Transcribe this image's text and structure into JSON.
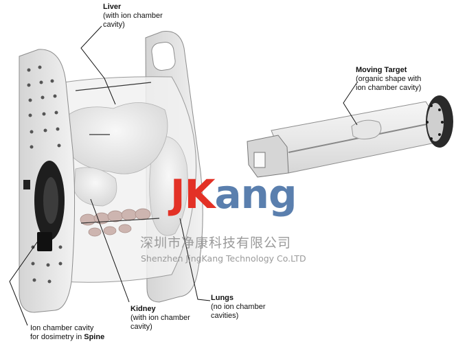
{
  "labels": {
    "liver": {
      "title": "Liver",
      "detail1": "(with ion chamber",
      "detail2": "cavity)"
    },
    "moving_target": {
      "title": "Moving Target",
      "detail1": "(organic shape with",
      "detail2": "ion chamber cavity)"
    },
    "kidney": {
      "title": "Kidney",
      "detail1": "(with ion chamber",
      "detail2": "cavity)"
    },
    "lungs": {
      "title": "Lungs",
      "detail1": "(no ion chamber",
      "detail2": "cavities)"
    },
    "spine": {
      "line1": "Ion chamber cavity",
      "line2_prefix": "for dosimetry in ",
      "line2_bold": "Spine"
    }
  },
  "watermark": {
    "logo_j": "J",
    "logo_k": "K",
    "logo_rest": "ang",
    "company_cn": "深圳市净康科技有限公司",
    "company_en": "Shenzhen JingKang Technology Co.LTD"
  },
  "colors": {
    "frame": "#e9e9e9",
    "frame_edge": "#8c8c8c",
    "ring_dark": "#1e1e1e",
    "cylinder": "#ececec",
    "spine": "#cdb5b0",
    "logo_red": "#e33126",
    "logo_blue": "#5a7fae"
  }
}
